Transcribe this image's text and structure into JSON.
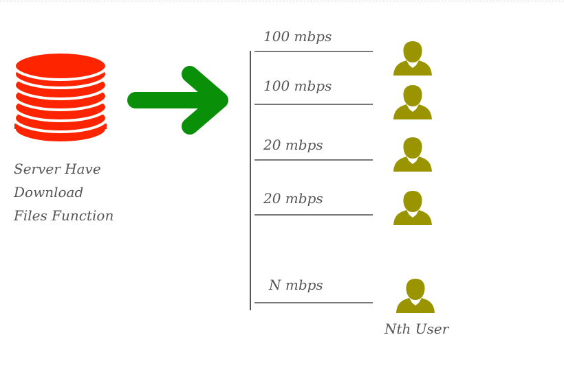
{
  "server": {
    "label_lines": [
      "Server Have",
      "Download",
      "Files Function"
    ],
    "icon": "database-icon",
    "color": "#ff2400"
  },
  "arrow": {
    "icon": "arrow-right-icon",
    "color": "#0a8f08"
  },
  "connections": [
    {
      "speed": "100 mbps"
    },
    {
      "speed": "100 mbps"
    },
    {
      "speed": "20 mbps"
    },
    {
      "speed": "20 mbps"
    },
    {
      "speed": "N mbps"
    }
  ],
  "users": {
    "icon": "user-icon",
    "color": "#999400",
    "last_label": "Nth User"
  },
  "colors": {
    "text": "#555555",
    "line": "#777777"
  }
}
